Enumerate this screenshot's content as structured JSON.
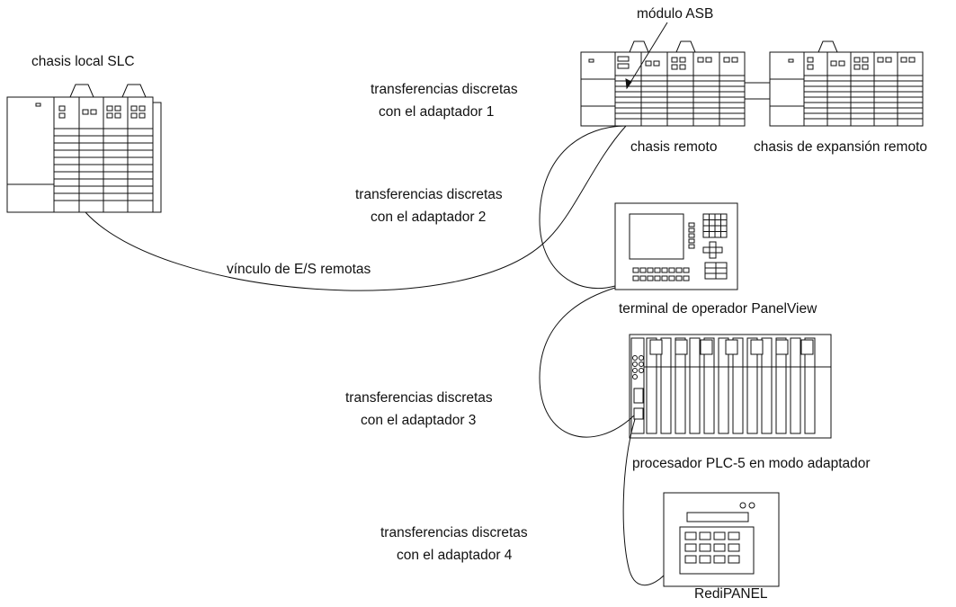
{
  "labels": {
    "local_chassis": "chasis local SLC",
    "asb_module": "módulo ASB",
    "transfer_1": [
      "transferencias discretas",
      "con el adaptador 1"
    ],
    "transfer_2": [
      "transferencias discretas",
      "con el adaptador 2"
    ],
    "transfer_3": [
      "transferencias discretas",
      "con el adaptador 3"
    ],
    "transfer_4": [
      "transferencias discretas",
      "con el adaptador 4"
    ],
    "remote_chassis": "chasis remoto",
    "remote_expansion_chassis": "chasis de expansión remoto",
    "rio_link": "vínculo de E/S remotas",
    "panelview": "terminal de operador PanelView",
    "plc5": "procesador PLC-5 en modo adaptador",
    "redipanel": "RediPANEL"
  }
}
